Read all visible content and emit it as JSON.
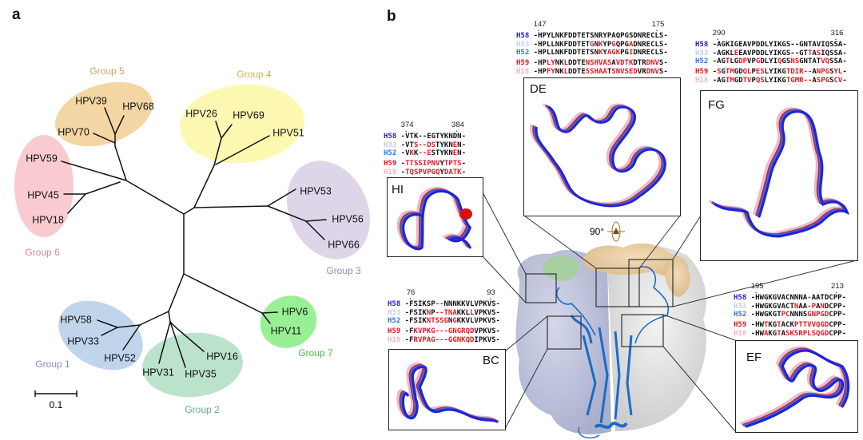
{
  "panel_a": {
    "letter": "a",
    "scale_bar_label": "0.1",
    "groups": [
      {
        "name": "Group 5",
        "color": "#c9a46a",
        "fill": "#f3d29a"
      },
      {
        "name": "Group 4",
        "color": "#c3bb55",
        "fill": "#fdf7a8"
      },
      {
        "name": "Group 6",
        "color": "#cf8a8e",
        "fill": "#f8c5cb"
      },
      {
        "name": "Group 3",
        "color": "#9a88a8",
        "fill": "#dcd0e6"
      },
      {
        "name": "Group 7",
        "color": "#45bb45",
        "fill": "#8eee88"
      },
      {
        "name": "Group 1",
        "color": "#8090b0",
        "fill": "#b9d0ea"
      },
      {
        "name": "Group 2",
        "color": "#6fa88e",
        "fill": "#b4dfc4"
      }
    ],
    "taxa": [
      "HPV39",
      "HPV68",
      "HPV70",
      "HPV59",
      "HPV45",
      "HPV18",
      "HPV26",
      "HPV69",
      "HPV51",
      "HPV53",
      "HPV56",
      "HPV66",
      "HPV6",
      "HPV11",
      "HPV58",
      "HPV33",
      "HPV52",
      "HPV31",
      "HPV35",
      "HPV16"
    ]
  },
  "panel_b": {
    "letter": "b",
    "rotation_label": "90°",
    "variant_colors": {
      "H58": "#2222d8",
      "H33": "#c8c8f0",
      "H52": "#2a7ad8",
      "H59": "#e01a22",
      "H18": "#f2b3c4"
    },
    "loops": {
      "DE": {
        "label": "DE",
        "start": "147",
        "end": "175",
        "rows": [
          {
            "v": "H58",
            "seq": "-HPYLNKFDDTETSNRYPAQPGSDNRECLS-",
            "red": []
          },
          {
            "v": "H33",
            "seq": "-HPLLNKFDDTETGNKYPGQPGADNRECLS-",
            "red": [
              13,
              15,
              18,
              22
            ]
          },
          {
            "v": "H52",
            "seq": "-HPLLNKFDDTETSNKYAGKPGIDNRECLS-",
            "red": [
              15,
              17,
              18,
              19,
              22
            ]
          },
          {
            "v": "H59",
            "seq": "-HPLYNKLDDTENSHVASAVDTKDTRDNVS-",
            "red": [
              3,
              4,
              7,
              12,
              13,
              14,
              15,
              16,
              17,
              19,
              20,
              21,
              22,
              26,
              27,
              28
            ]
          },
          {
            "v": "H18",
            "seq": "-HPFYNKLDDTESSHAATSNVSEDVRDNVS-",
            "red": [
              3,
              4,
              7,
              12,
              13,
              14,
              15,
              16,
              18,
              19,
              20,
              21,
              22,
              23,
              26,
              27,
              28
            ]
          }
        ]
      },
      "FG": {
        "label": "FG",
        "start": "290",
        "end": "316",
        "rows": [
          {
            "v": "H58",
            "seq": "-AGKIGEAVPDDLYIKGS--GNTAVIQSSA-",
            "red": []
          },
          {
            "v": "H33",
            "seq": "-AGKLEEAVPDDLYIKGS--GTTASIQSSA-",
            "red": [
              5,
              22,
              24
            ]
          },
          {
            "v": "H52",
            "seq": "-AGTLGDPVPGDLYIQGSNSGNTATVQSSA-",
            "red": [
              3,
              6,
              7,
              10,
              15,
              18,
              19,
              25,
              26
            ]
          },
          {
            "v": "H59",
            "seq": "-SGTMGDQLPESLYIKGTDIR--ANPGSYL-",
            "red": [
              1,
              3,
              4,
              7,
              8,
              10,
              11,
              17,
              18,
              19,
              20,
              21,
              22,
              24,
              25,
              26,
              28,
              29
            ]
          },
          {
            "v": "H18",
            "seq": "-AGTMGDTVPQSLYIKGTGMR--ASPGSCV-",
            "red": [
              3,
              4,
              7,
              8,
              10,
              11,
              17,
              18,
              19,
              20,
              21,
              22,
              24,
              25,
              26,
              28,
              29
            ]
          }
        ]
      },
      "HI": {
        "label": "HI",
        "start": "374",
        "end": "384",
        "rows": [
          {
            "v": "H58",
            "seq": "-VTK--EGTYKNDN-",
            "red": []
          },
          {
            "v": "H33",
            "seq": "-VTS--DSTYKNEN-",
            "red": [
              3,
              4,
              5,
              6,
              7,
              12
            ]
          },
          {
            "v": "H52",
            "seq": "-VKK--ESTYKNEN-",
            "red": [
              2,
              4,
              5,
              6,
              12
            ]
          },
          {
            "v": "H59",
            "seq": "-TTSSIPNVYTPTS-",
            "red": [
              1,
              2,
              3,
              4,
              5,
              6,
              7,
              8,
              10,
              11,
              12,
              13
            ]
          },
          {
            "v": "H18",
            "seq": "-TQSPVPGQYDATK-",
            "red": [
              1,
              2,
              3,
              4,
              5,
              6,
              7,
              8,
              10,
              11,
              12,
              13
            ]
          }
        ]
      },
      "BC": {
        "label": "BC",
        "start": "76",
        "end": "93",
        "rows": [
          {
            "v": "H58",
            "seq": "-FSIKSP--NNNKKVLVPKVS-",
            "red": [
              7,
              8
            ]
          },
          {
            "v": "H33",
            "seq": "-FSIKNP--TNAKKLLVPKVS-",
            "red": [
              5,
              7,
              8,
              9,
              10,
              11,
              15
            ]
          },
          {
            "v": "H52",
            "seq": "-FSIKNTSSGNGKKVLVPKVS-",
            "red": [
              5,
              6,
              7,
              8,
              9,
              11
            ]
          },
          {
            "v": "H59",
            "seq": "-FKVPKG---GNGRQDVPKVS-",
            "red": [
              2,
              3,
              4,
              5,
              6,
              7,
              8,
              9,
              10,
              11,
              12,
              13,
              14,
              15
            ]
          },
          {
            "v": "H18",
            "seq": "-FRVPAG---GGNKQDIPKVS-",
            "red": [
              2,
              3,
              4,
              5,
              6,
              7,
              8,
              9,
              10,
              11,
              12,
              13,
              14,
              15
            ]
          }
        ]
      },
      "EF": {
        "label": "EF",
        "start": "195",
        "end": "213",
        "rows": [
          {
            "v": "H58",
            "seq": "-HWGKGVACNNNA-AATDCPP-",
            "red": [
              13
            ]
          },
          {
            "v": "H33",
            "seq": "-HWGKGVACTNAA-PANDCPP-",
            "red": [
              10,
              13,
              14,
              16
            ]
          },
          {
            "v": "H52",
            "seq": "-HWGKGTPCNNNSGNPGDCPP-",
            "red": [
              7,
              8,
              13,
              14,
              15,
              16,
              17
            ]
          },
          {
            "v": "H59",
            "seq": "-HWTKGTACKPTTVVQGDCPP-",
            "red": [
              3,
              6,
              10,
              11,
              12,
              13,
              14,
              15,
              16,
              17
            ]
          },
          {
            "v": "H18",
            "seq": "-HWAKGTASKSRPLSQGDCPP-",
            "red": [
              3,
              6,
              8,
              9,
              10,
              11,
              12,
              13,
              14,
              15,
              16,
              17
            ]
          }
        ]
      }
    }
  }
}
